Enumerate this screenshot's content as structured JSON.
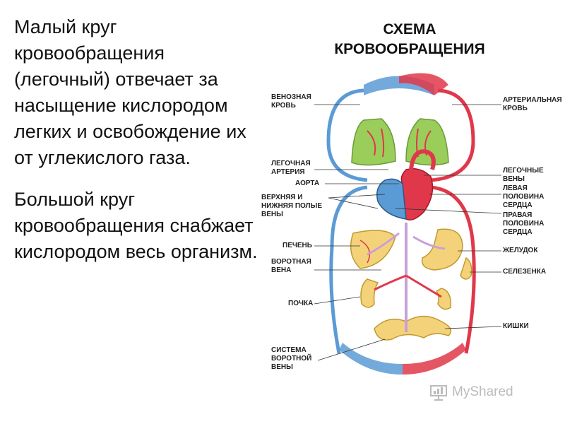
{
  "left_text": {
    "para1": "Малый круг кровообращения (легочный) отвечает за насыщение кислородом легких и освобождение их от углекислого газа.",
    "para2": "Большой круг кровообращения снабжает кислородом весь организм."
  },
  "diagram": {
    "title_line1": "СХЕМА",
    "title_line2": "КРОВООБРАЩЕНИЯ",
    "labels_left": {
      "venous_blood": "ВЕНОЗНАЯ\nКРОВЬ",
      "pulmonary_artery": "ЛЕГОЧНАЯ\nАРТЕРИЯ",
      "aorta": "АОРТА",
      "vena_cava": "ВЕРХНЯЯ И\nНИЖНЯЯ ПОЛЫЕ\nВЕНЫ",
      "liver": "ПЕЧЕНЬ",
      "portal_vein": "ВОРОТНАЯ\nВЕНА",
      "kidney": "ПОЧКА",
      "portal_system": "СИСТЕМА\nВОРОТНОЙ\nВЕНЫ"
    },
    "labels_right": {
      "arterial_blood": "АРТЕРИАЛЬНАЯ\nКРОВЬ",
      "pulmonary_veins": "ЛЕГОЧНЫЕ\nВЕНЫ",
      "left_heart": "ЛЕВАЯ\nПОЛОВИНА\nСЕРДЦА",
      "right_heart": "ПРАВАЯ\nПОЛОВИНА\nСЕРДЦА",
      "stomach": "ЖЕЛУДОК",
      "spleen": "СЕЛЕЗЕНКА",
      "intestines": "КИШКИ"
    },
    "colors": {
      "venous": "#5b9bd5",
      "arterial": "#e0384a",
      "lung": "#9acd5a",
      "organ": "#f4d27a"
    }
  },
  "watermark": {
    "text": "MyShared"
  }
}
